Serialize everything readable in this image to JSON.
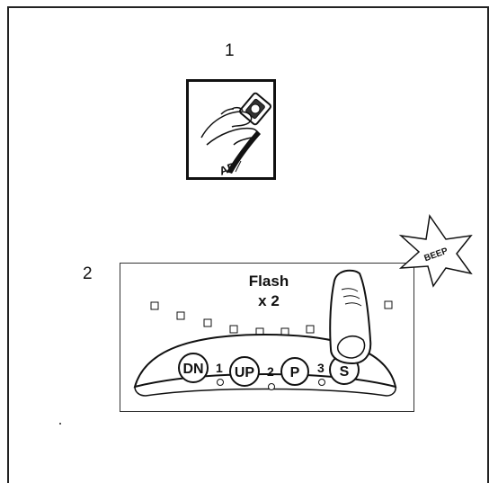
{
  "steps": [
    {
      "number": "1"
    },
    {
      "number": "2"
    }
  ],
  "panel": {
    "flash_line1": "Flash",
    "flash_line2": "x 2",
    "buttons": {
      "dn": "DN",
      "up": "UP",
      "p": "P",
      "s": "S"
    },
    "led_labels": [
      "1",
      "2",
      "3"
    ]
  },
  "beep_label": "BEEP",
  "colors": {
    "line": "#111111",
    "panel_bg": "#ffffff"
  }
}
